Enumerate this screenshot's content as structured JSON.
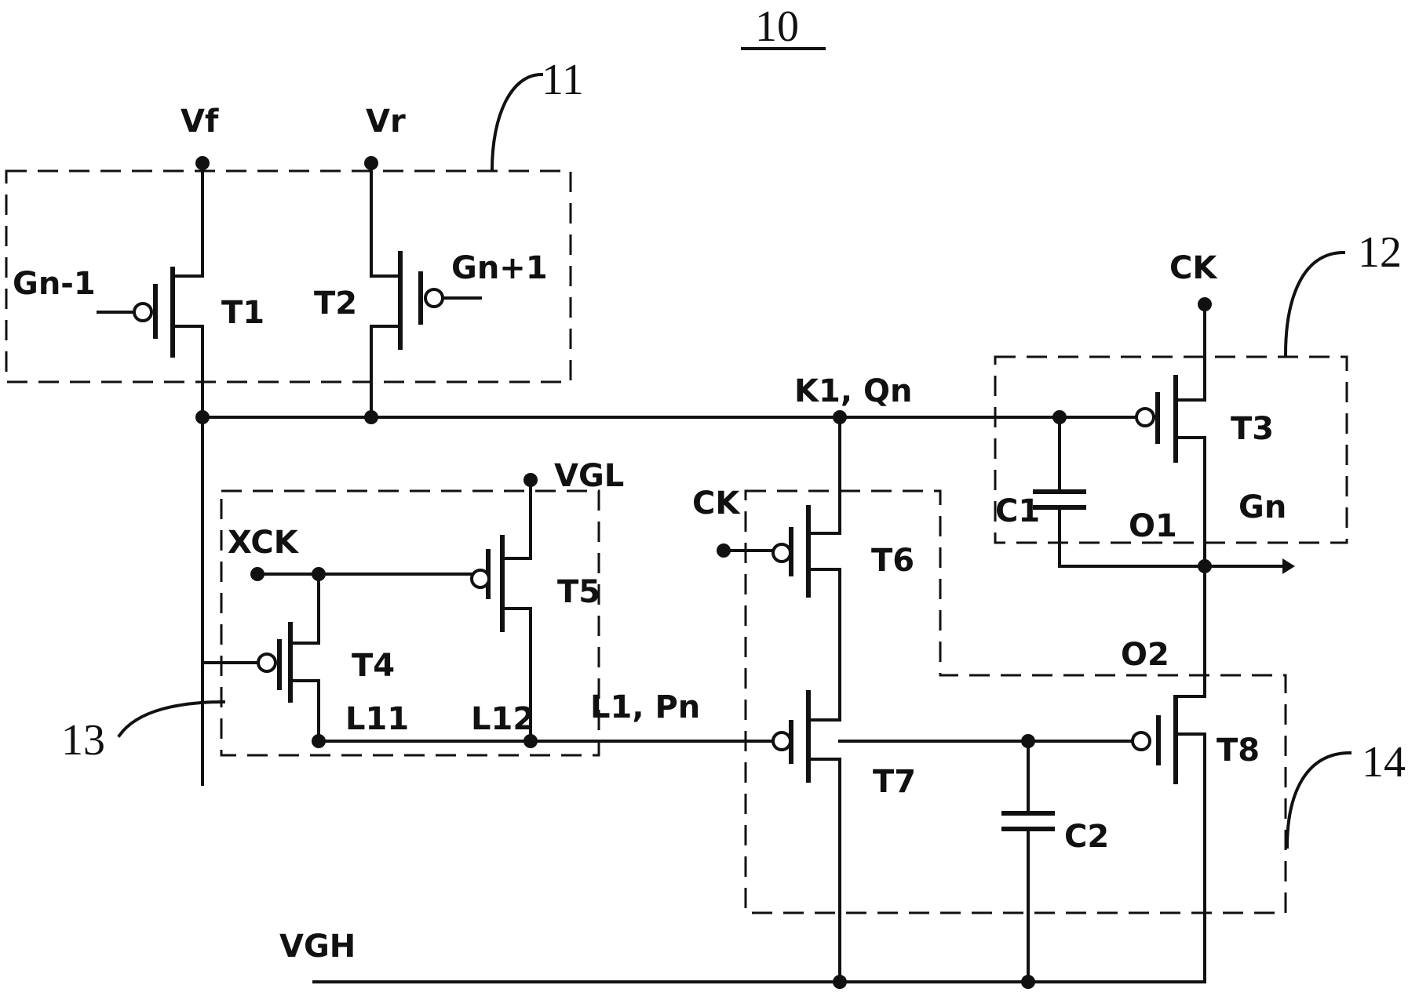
{
  "figure_number": "10",
  "modules": {
    "m11": "11",
    "m12": "12",
    "m13": "13",
    "m14": "14"
  },
  "labels": {
    "vf": "Vf",
    "vr": "Vr",
    "gn_minus_1": "Gn-1",
    "gn_plus_1": "Gn+1",
    "t1": "T1",
    "t2": "T2",
    "t3": "T3",
    "t4": "T4",
    "t5": "T5",
    "t6": "T6",
    "t7": "T7",
    "t8": "T8",
    "ck_top": "CK",
    "ck_mid": "CK",
    "xck": "XCK",
    "vgl": "VGL",
    "vgh": "VGH",
    "k1_qn": "K1, Qn",
    "l1_pn": "L1, Pn",
    "l11": "L11",
    "l12": "L12",
    "c1": "C1",
    "c2": "C2",
    "o1": "O1",
    "o2": "O2",
    "gn": "Gn"
  }
}
